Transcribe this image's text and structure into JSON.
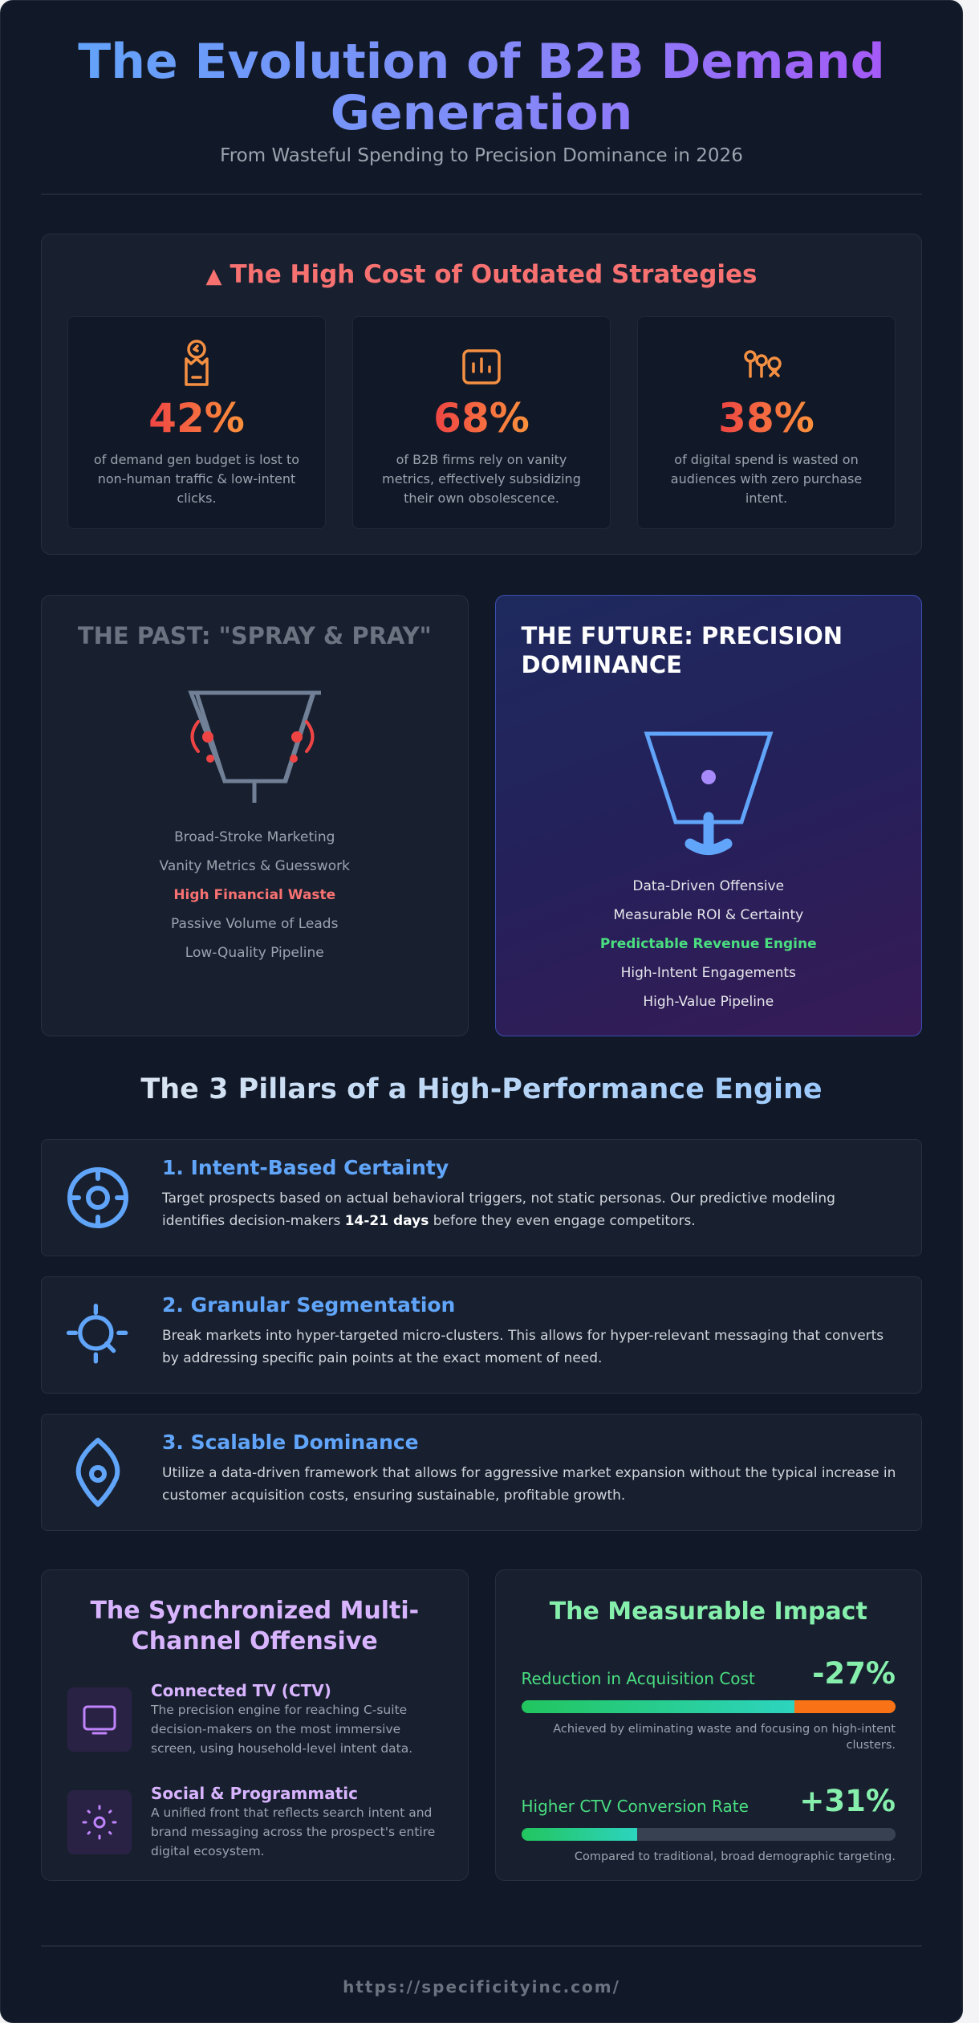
{
  "header": {
    "title": "The Evolution of B2B Demand Generation",
    "subtitle": "From Wasteful Spending to Precision Dominance in 2026"
  },
  "cost_section": {
    "icon": "warning-icon",
    "title": "The High Cost of Outdated Strategies",
    "stats": [
      {
        "icon": "budget-loss-icon",
        "value": "42%",
        "description": "of demand gen budget is lost to non-human traffic & low-intent clicks."
      },
      {
        "icon": "bar-chart-icon",
        "value": "68%",
        "description": "of B2B firms rely on vanity metrics, effectively subsidizing their own obsolescence."
      },
      {
        "icon": "scattered-pins-icon",
        "value": "38%",
        "description": "of digital spend is wasted on audiences with zero purchase intent."
      }
    ]
  },
  "comparison": {
    "past": {
      "title": "THE PAST: \"SPRAY & PRAY\"",
      "icon": "leaky-funnel-icon",
      "items": [
        "Broad-Stroke Marketing",
        "Vanity Metrics & Guesswork",
        "High Financial Waste",
        "Passive Volume of Leads",
        "Low-Quality Pipeline"
      ],
      "highlight_index": 2
    },
    "future": {
      "title": "THE FUTURE: PRECISION DOMINANCE",
      "icon": "precision-funnel-icon",
      "items": [
        "Data-Driven Offensive",
        "Measurable ROI & Certainty",
        "Predictable Revenue Engine",
        "High-Intent Engagements",
        "High-Value Pipeline"
      ],
      "highlight_index": 2
    }
  },
  "pillars": {
    "title": "The 3 Pillars of a High-Performance Engine",
    "items": [
      {
        "icon": "crosshair-icon",
        "title": "1. Intent-Based Certainty",
        "text_before": "Target prospects based on actual behavioral triggers, not static personas. Our predictive modeling identifies decision-makers ",
        "text_bold": "14-21 days",
        "text_after": " before they even engage competitors."
      },
      {
        "icon": "segment-search-icon",
        "title": "2. Granular Segmentation",
        "text": "Break markets into hyper-targeted micro-clusters. This allows for hyper-relevant messaging that converts by addressing specific pain points at the exact moment of need."
      },
      {
        "icon": "eye-icon",
        "title": "3. Scalable Dominance",
        "text": "Utilize a data-driven framework that allows for aggressive market expansion without the typical increase in customer acquisition costs, ensuring sustainable, profitable growth."
      }
    ]
  },
  "channels": {
    "title": "The Synchronized Multi-Channel Offensive",
    "items": [
      {
        "icon": "tv-icon",
        "title": "Connected TV (CTV)",
        "text": "The precision engine for reaching C-suite decision-makers on the most immersive screen, using household-level intent data."
      },
      {
        "icon": "sun-burst-icon",
        "title": "Social & Programmatic",
        "text": "A unified front that reflects search intent and brand messaging across the prospect's entire digital ecosystem."
      }
    ]
  },
  "impact": {
    "title": "The Measurable Impact",
    "metrics": [
      {
        "label": "Reduction in Acquisition Cost",
        "value": "-27%",
        "bar_fill_pct": 73,
        "bar_remainder_color": "#f97316",
        "note": "Achieved by eliminating waste and focusing on high-intent clusters."
      },
      {
        "label": "Higher CTV Conversion Rate",
        "value": "+31%",
        "bar_fill_pct": 31,
        "bar_remainder_color": "#374151",
        "note": "Compared to traditional, broad demographic targeting."
      }
    ]
  },
  "footer": {
    "url": "https://specificityinc.com/"
  },
  "colors": {
    "background": "#111827",
    "card": "#182030",
    "danger": "#f87171",
    "accent_blue": "#60a5fa",
    "accent_purple": "#d8b4fe",
    "accent_green": "#86efac",
    "orange": "#f97316"
  }
}
